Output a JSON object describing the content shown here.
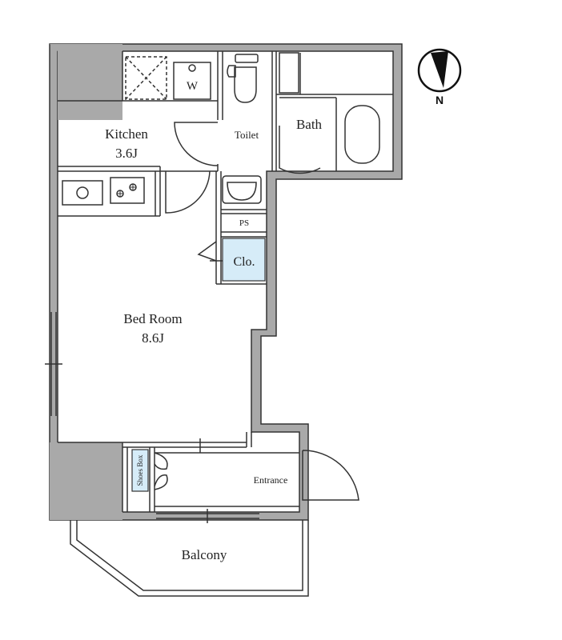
{
  "rooms": {
    "kitchen": {
      "name": "Kitchen",
      "size": "3.6J"
    },
    "toilet": {
      "name": "Toilet"
    },
    "bath": {
      "name": "Bath"
    },
    "bedroom": {
      "name": "Bed Room",
      "size": "8.6J"
    },
    "closet": {
      "name": "Clo."
    },
    "ps": {
      "name": "PS"
    },
    "entrance": {
      "name": "Entrance"
    },
    "shoes_box": {
      "name": "Shoes Box"
    },
    "balcony": {
      "name": "Balcony"
    },
    "washer": {
      "name": "W"
    }
  },
  "compass": {
    "label": "N"
  },
  "colors": {
    "wall": "#a9a9a9",
    "line": "#333333",
    "closet_fill": "#d6ecf8",
    "shoes_fill": "#d6ecf8"
  }
}
